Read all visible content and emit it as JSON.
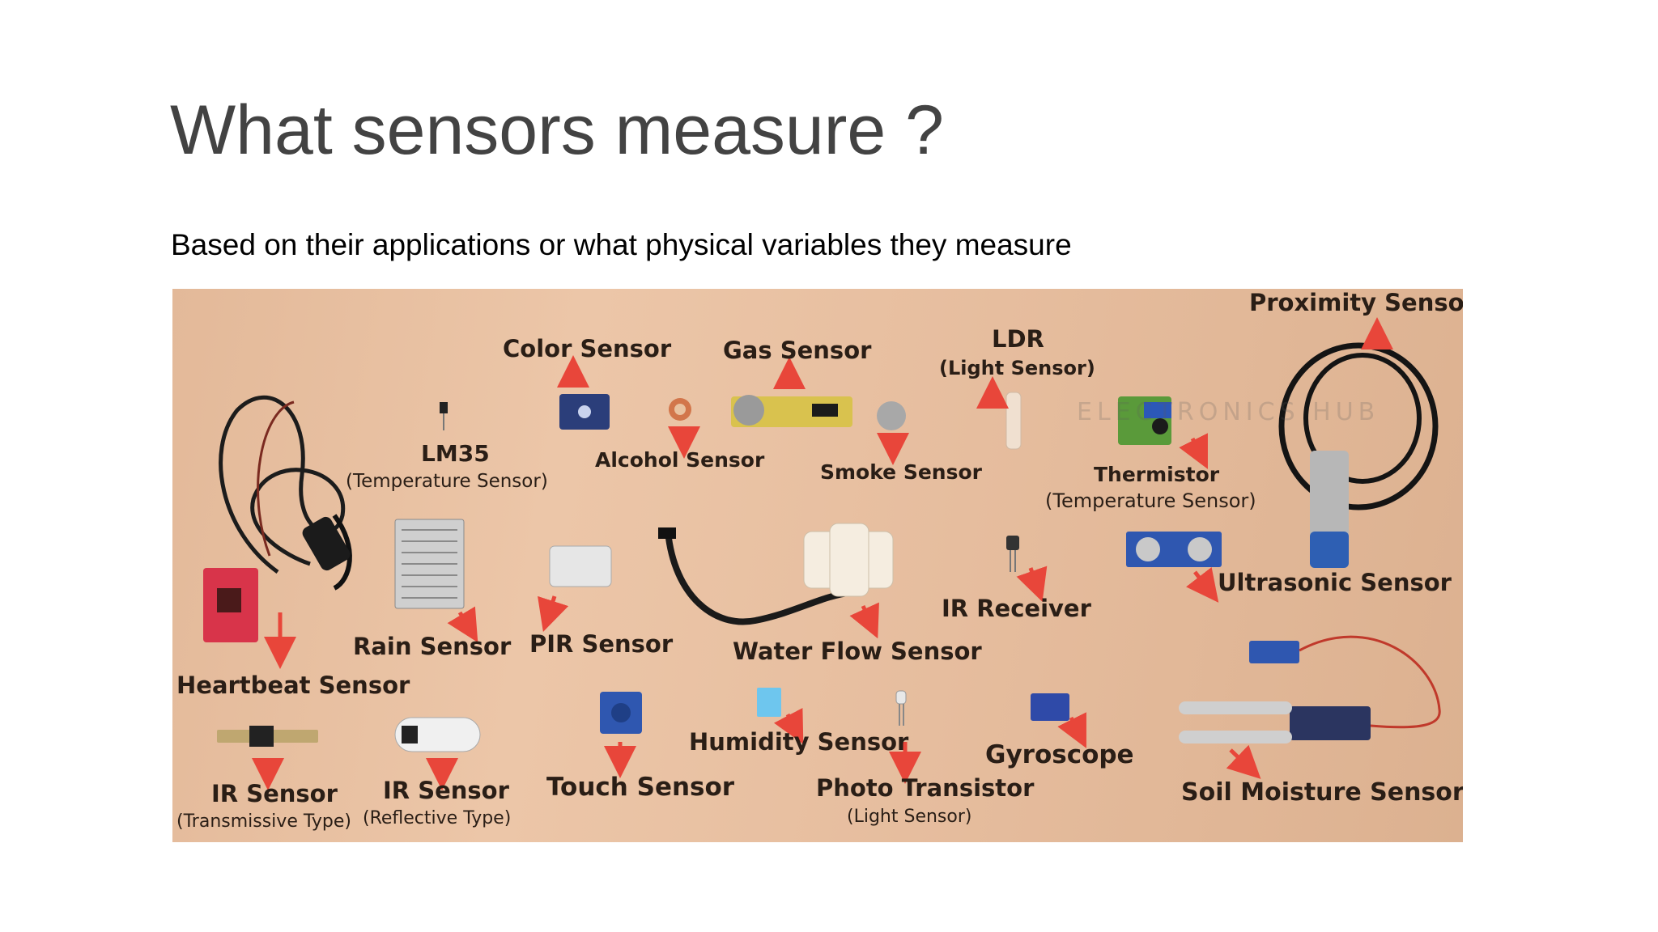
{
  "slide": {
    "title": "What sensors measure ?",
    "subtitle": "Based on their applications or what physical variables they measure"
  },
  "photo": {
    "watermark": "ELECTRONICS HUB",
    "labels": {
      "proximity": "Proximity Sensor",
      "color": "Color Sensor",
      "gas": "Gas Sensor",
      "ldr": "LDR",
      "ldr_sub": "(Light Sensor)",
      "lm35": "LM35",
      "lm35_sub": "(Temperature Sensor)",
      "alcohol": "Alcohol Sensor",
      "smoke": "Smoke Sensor",
      "thermistor": "Thermistor",
      "thermistor_sub": "(Temperature Sensor)",
      "ultrasonic": "Ultrasonic Sensor",
      "ir_receiver": "IR Receiver",
      "rain": "Rain Sensor",
      "pir": "PIR Sensor",
      "water_flow": "Water Flow Sensor",
      "heartbeat": "Heartbeat Sensor",
      "humidity": "Humidity Sensor",
      "gyroscope": "Gyroscope",
      "ir_trans": "IR Sensor",
      "ir_trans_sub": "(Transmissive Type)",
      "ir_refl": "IR Sensor",
      "ir_refl_sub": "(Reflective Type)",
      "touch": "Touch Sensor",
      "photo_transistor": "Photo Transistor",
      "photo_transistor_sub": "(Light Sensor)",
      "soil_moisture": "Soil Moisture Sensor"
    }
  },
  "colors": {
    "title": "#434343",
    "arrow": "#e8463a",
    "board": "#e6bd9e"
  }
}
